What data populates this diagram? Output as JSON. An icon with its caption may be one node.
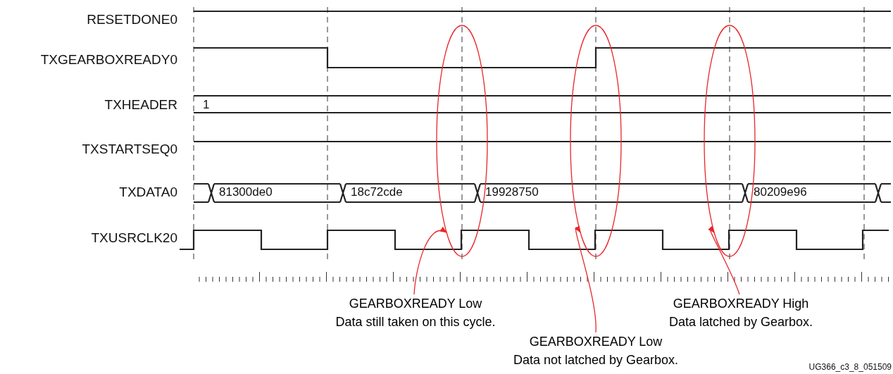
{
  "diagram": {
    "nodes": [
      {
        "text": [],
        "shape": "ellipse"
      },
      {
        "text": [],
        "shape": "ellipse"
      },
      {
        "text": [],
        "shape": "ellipse"
      },
      {
        "text": [
          "GEARBOXREADY Low",
          "Data still taken on this cycle."
        ]
      },
      {
        "text": [
          "GEARBOXREADY Low",
          "Data not latched by Gearbox."
        ]
      },
      {
        "text": [
          "GEARBOXREADY High",
          "Data latched by Gearbox."
        ]
      }
    ],
    "edges": [
      {
        "from": 3,
        "to": 0,
        "arrow": "to"
      },
      {
        "from": 4,
        "to": 1,
        "arrow": "to"
      },
      {
        "from": 5,
        "to": 2,
        "arrow": "to"
      }
    ],
    "labels": [
      "RESETDONE0",
      "TXGEARBOXREADY0",
      "TXHEADER",
      "1",
      "TXSTARTSEQ0",
      "TXDATA0",
      "81300de0",
      "18c72cde",
      "19928750",
      "80209e96",
      "TXUSRCLK20",
      "UG366_c3_8_051509"
    ]
  }
}
